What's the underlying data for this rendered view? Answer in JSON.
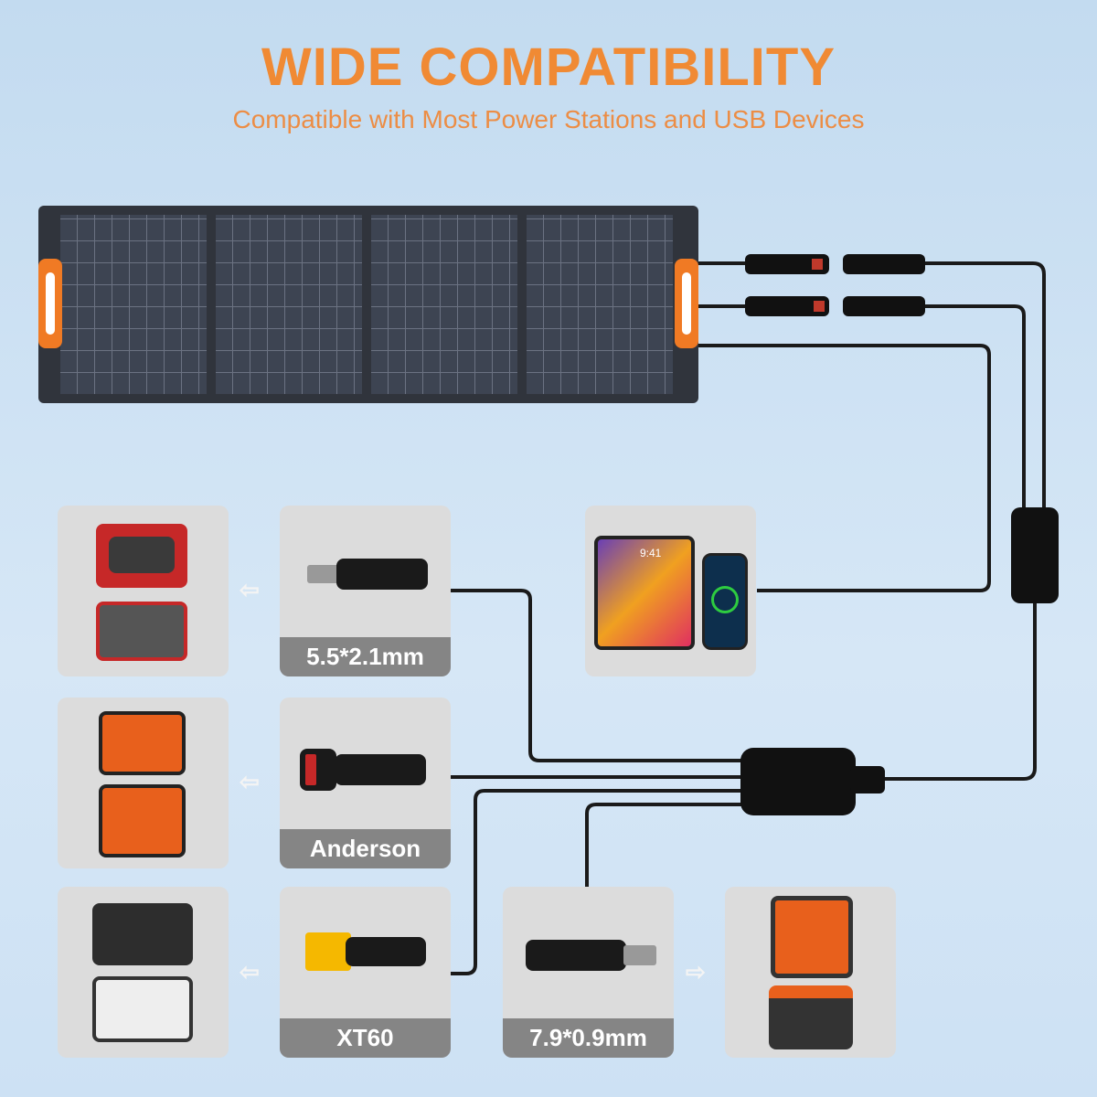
{
  "header": {
    "title": "WIDE COMPATIBILITY",
    "subtitle": "Compatible with Most Power Stations and USB Devices"
  },
  "connectors": [
    {
      "label": "5.5*2.1mm"
    },
    {
      "label": "Anderson"
    },
    {
      "label": "XT60"
    },
    {
      "label": "7.9*0.9mm"
    }
  ],
  "usb_devices": {
    "tablet_time": "9:41"
  },
  "colors": {
    "accent": "#f08a34",
    "card": "#dcdcdc",
    "label_bg": "#858585"
  }
}
